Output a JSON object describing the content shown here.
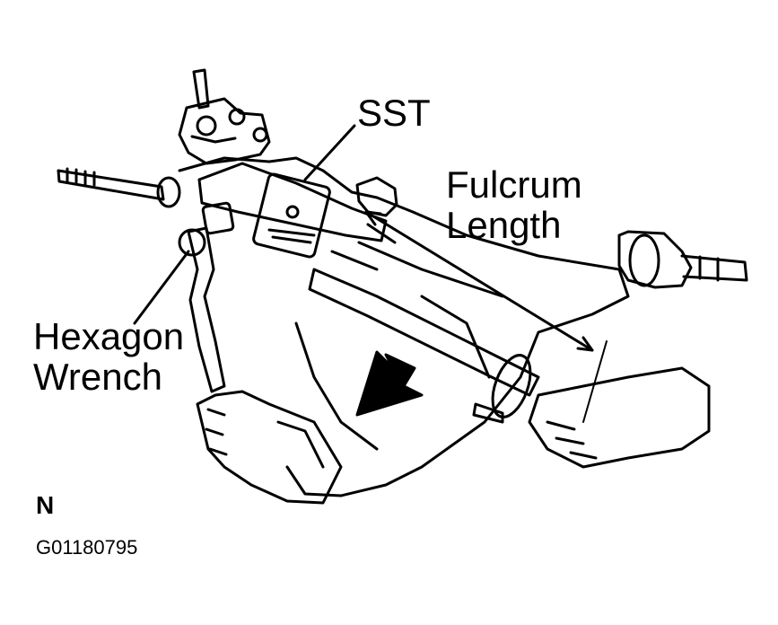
{
  "labels": {
    "sst": "SST",
    "fulcrum_length": [
      "Fulcrum",
      "Length"
    ],
    "hexagon_wrench": [
      "Hexagon",
      "Wrench"
    ],
    "north_marker": "N",
    "figure_code": "G01180795"
  },
  "colors": {
    "ink": "#000000",
    "paper": "#ffffff"
  }
}
